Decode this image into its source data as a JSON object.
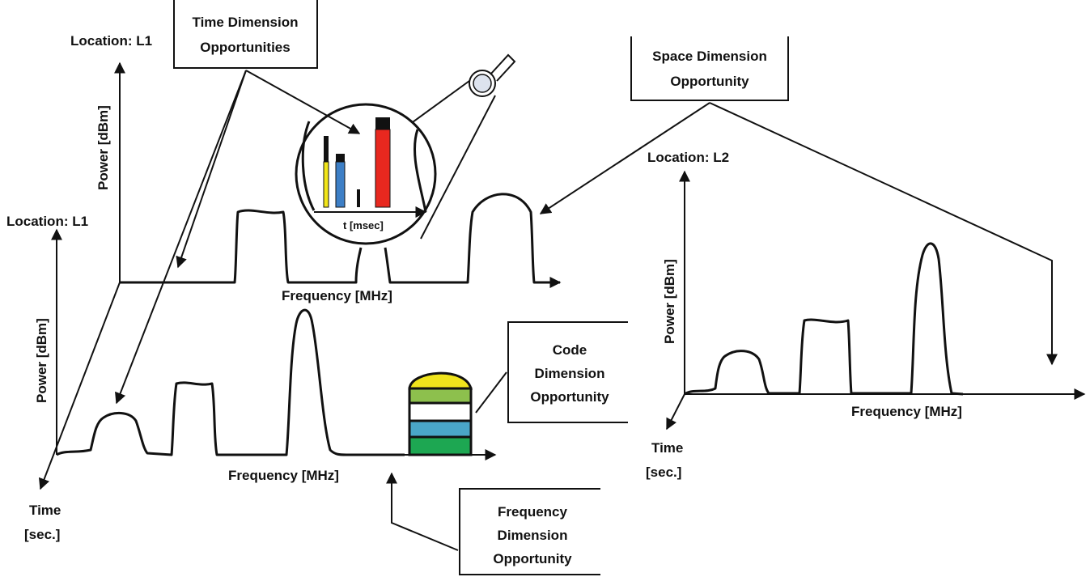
{
  "labels": {
    "location_l1_top": "Location: L1",
    "location_l1_left": "Location: L1",
    "location_l2": "Location: L2",
    "power_top": "Power  [dBm]",
    "power_left": "Power  [dBm]",
    "power_right": "Power  [dBm]",
    "freq_top": "Frequency  [MHz]",
    "freq_left": "Frequency  [MHz]",
    "freq_right": "Frequency  [MHz]",
    "time_left_1": "Time",
    "time_left_2": "[sec.]",
    "time_right_1": "Time",
    "time_right_2": "[sec.]",
    "t_msec": "t [msec]"
  },
  "boxes": {
    "time_dim": [
      "Time Dimension",
      "Opportunities"
    ],
    "space_dim": [
      "Space Dimension",
      "Opportunity"
    ],
    "code_dim": [
      "Code",
      "Dimension",
      "Opportunity"
    ],
    "freq_dim": [
      "Frequency",
      "Dimension",
      "Opportunity"
    ]
  },
  "colors": {
    "yellow": "#f2e619",
    "blue": "#3d7fc6",
    "red": "#e8281f",
    "black": "#111111",
    "code_yellow": "#f0e41c",
    "code_lightgreen": "#8dc04d",
    "code_white": "#ffffff",
    "code_cyan": "#4aa6c8",
    "code_green": "#1da752"
  }
}
